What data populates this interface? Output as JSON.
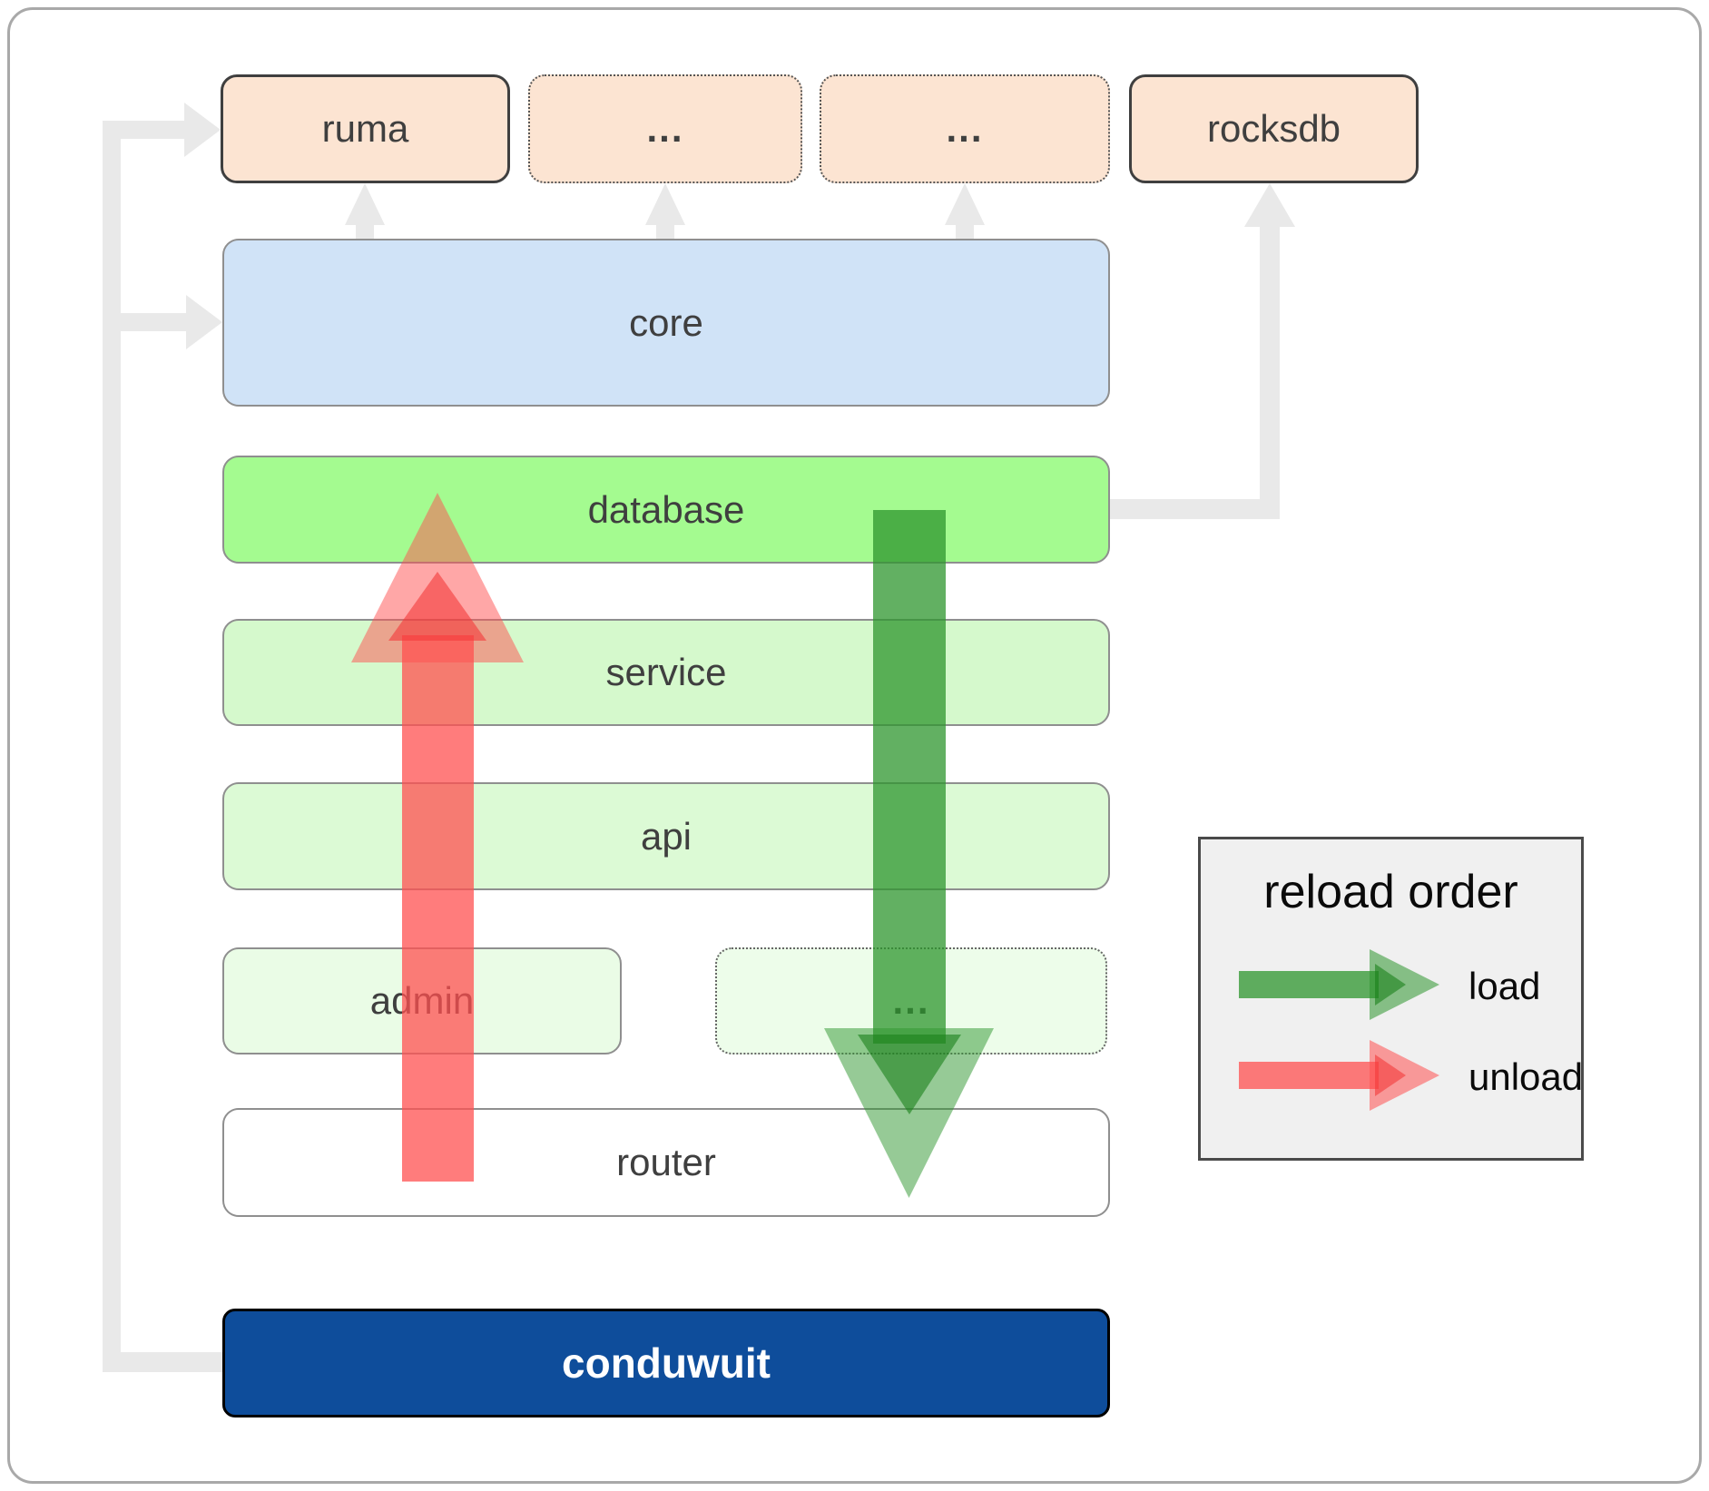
{
  "boxes": {
    "ruma": {
      "label": "ruma"
    },
    "ellipsis1": {
      "label": "..."
    },
    "ellipsis2": {
      "label": "..."
    },
    "rocksdb": {
      "label": "rocksdb"
    },
    "core": {
      "label": "core"
    },
    "database": {
      "label": "database"
    },
    "service": {
      "label": "service"
    },
    "api": {
      "label": "api"
    },
    "admin": {
      "label": "admin"
    },
    "ellipsis3": {
      "label": "..."
    },
    "router": {
      "label": "router"
    },
    "conduwuit": {
      "label": "conduwuit"
    }
  },
  "legend": {
    "title": "reload order",
    "load_label": "load",
    "unload_label": "unload"
  },
  "colors": {
    "load_green": "#2d962d",
    "unload_red": "#ff5050",
    "conduwuit_blue": "#0e4d9b",
    "dependency_peach": "#fce4d2",
    "core_blue": "#d0e3f7",
    "database_green": "#a4fb90",
    "service_green": "#d5f9cc",
    "api_green": "#dcfad5",
    "admin_green": "#eafce6",
    "connector_gray": "#e9e9e9"
  }
}
